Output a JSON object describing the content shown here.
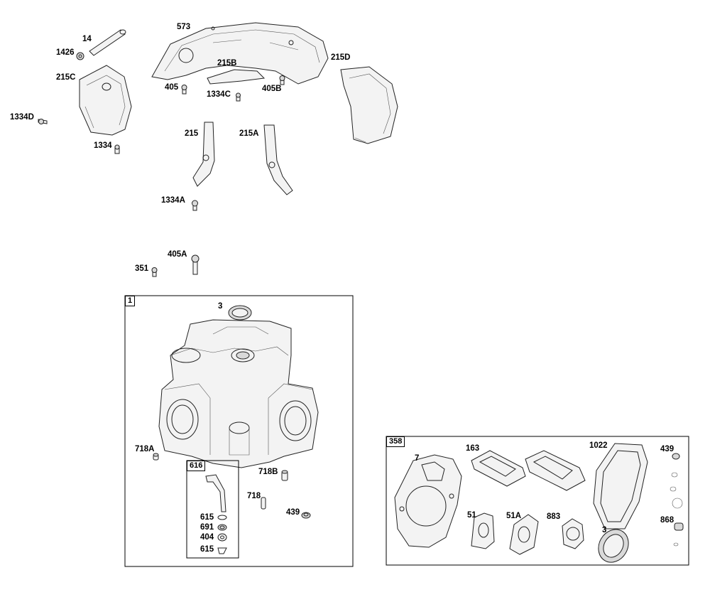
{
  "callouts": [
    {
      "id": "c14",
      "text": "14"
    },
    {
      "id": "c1426",
      "text": "1426"
    },
    {
      "id": "c215C",
      "text": "215C"
    },
    {
      "id": "c1334D",
      "text": "1334D"
    },
    {
      "id": "c1334",
      "text": "1334"
    },
    {
      "id": "c573",
      "text": "573"
    },
    {
      "id": "c215B",
      "text": "215B"
    },
    {
      "id": "c405",
      "text": "405"
    },
    {
      "id": "c1334C",
      "text": "1334C"
    },
    {
      "id": "c405B",
      "text": "405B"
    },
    {
      "id": "c215D",
      "text": "215D"
    },
    {
      "id": "c215",
      "text": "215"
    },
    {
      "id": "c215A",
      "text": "215A"
    },
    {
      "id": "c1334A",
      "text": "1334A"
    },
    {
      "id": "c405A",
      "text": "405A"
    },
    {
      "id": "c351",
      "text": "351"
    },
    {
      "id": "c3a",
      "text": "3"
    },
    {
      "id": "c718A",
      "text": "718A"
    },
    {
      "id": "c718B",
      "text": "718B"
    },
    {
      "id": "c718",
      "text": "718"
    },
    {
      "id": "c439a",
      "text": "439"
    },
    {
      "id": "c615a",
      "text": "615"
    },
    {
      "id": "c691",
      "text": "691"
    },
    {
      "id": "c404",
      "text": "404"
    },
    {
      "id": "c615b",
      "text": "615"
    },
    {
      "id": "c7",
      "text": "7"
    },
    {
      "id": "c163",
      "text": "163"
    },
    {
      "id": "c1022",
      "text": "1022"
    },
    {
      "id": "c439b",
      "text": "439"
    },
    {
      "id": "c51",
      "text": "51"
    },
    {
      "id": "c51A",
      "text": "51A"
    },
    {
      "id": "c883",
      "text": "883"
    },
    {
      "id": "c3b",
      "text": "3"
    },
    {
      "id": "c868",
      "text": "868"
    }
  ],
  "boxes": {
    "block": {
      "label": "1"
    },
    "dipstick": {
      "label": "616"
    },
    "gasket_kit": {
      "label": "358"
    }
  }
}
